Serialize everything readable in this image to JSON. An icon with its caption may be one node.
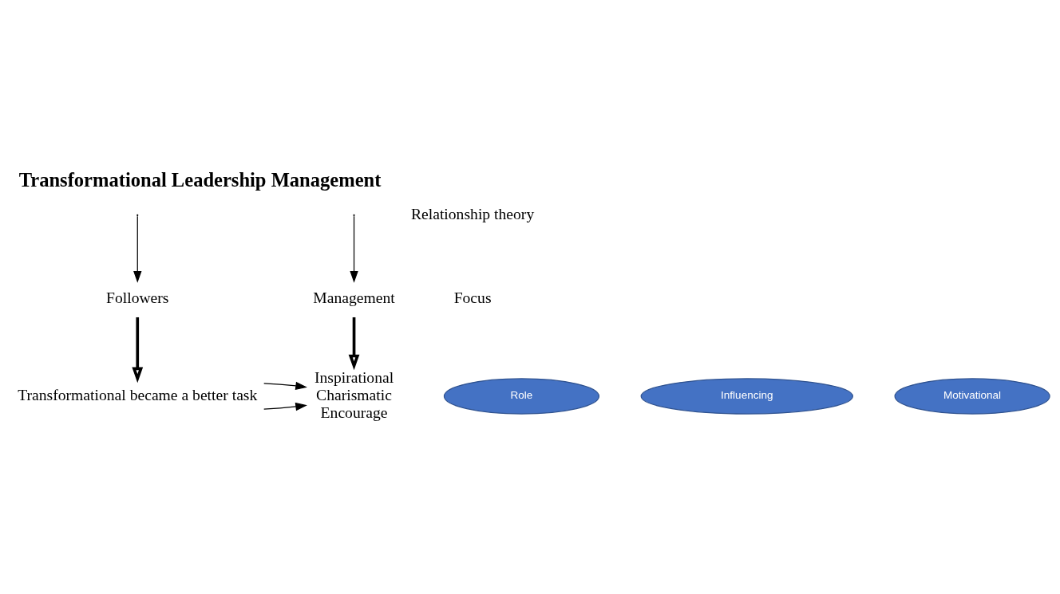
{
  "diagram": {
    "title": "Transformational Leadership Management",
    "nodes": [
      {
        "text": [
          "Management"
        ]
      },
      {
        "text": [
          "Followers"
        ]
      },
      {
        "text": [
          "Inspirational",
          "Charismatic",
          "Encourage"
        ]
      },
      {
        "text": [
          "Transformational became a better task"
        ]
      },
      {
        "text": [
          "Role"
        ]
      },
      {
        "text": [
          "Influencing"
        ]
      },
      {
        "text": [
          "Motivational"
        ]
      }
    ],
    "edges": [
      {
        "from": null,
        "to": 0,
        "arrow": "to"
      },
      {
        "from": null,
        "to": 1,
        "arrow": "to"
      },
      {
        "from": 0,
        "to": 2,
        "arrow": "to",
        "style": "thick"
      },
      {
        "from": 1,
        "to": 3,
        "arrow": "to",
        "style": "thick"
      },
      {
        "from": 3,
        "to": 2,
        "arrow": "to"
      },
      {
        "from": 3,
        "to": 2,
        "arrow": "to"
      }
    ],
    "labels": [
      "Relationship theory",
      "Focus"
    ]
  }
}
